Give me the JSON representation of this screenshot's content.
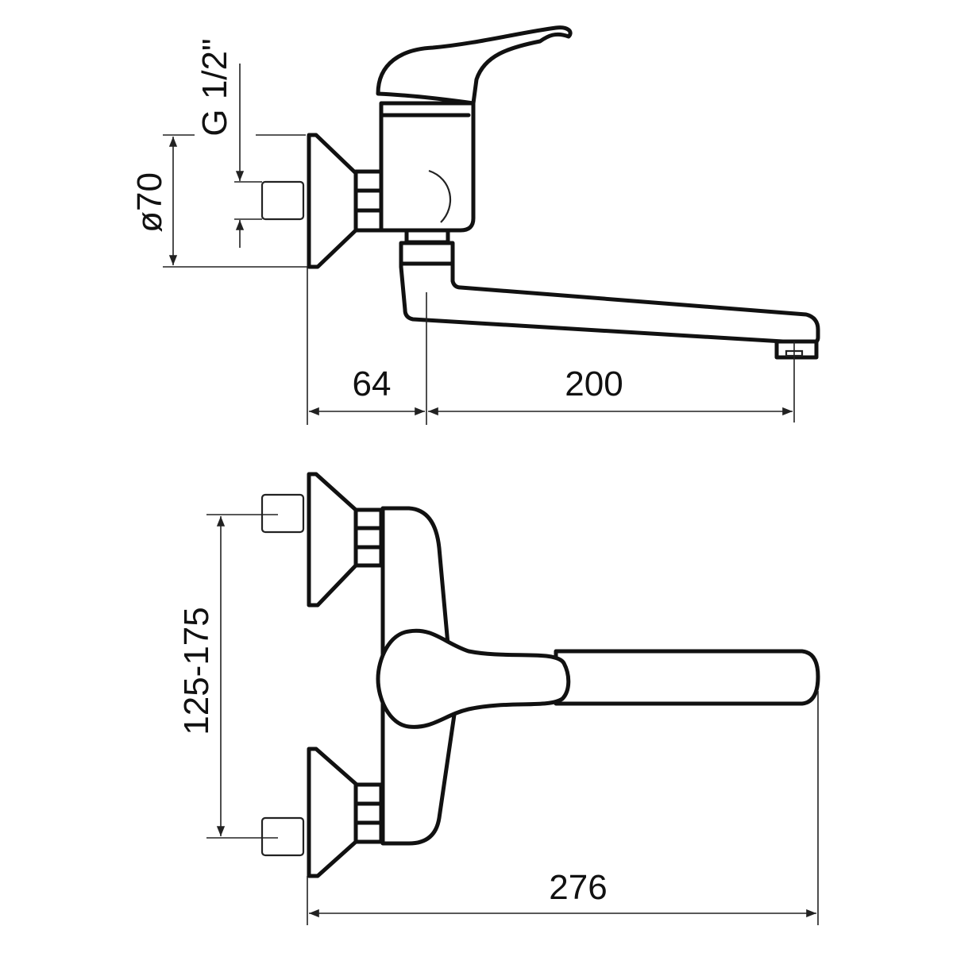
{
  "top_view": {
    "dim_diameter": "ø70",
    "dim_thread": "G 1/2\"",
    "dim_wall_to_spout": "64",
    "dim_spout_reach": "200"
  },
  "front_view": {
    "dim_inlet_spacing": "125-175",
    "dim_overall_width": "276"
  }
}
